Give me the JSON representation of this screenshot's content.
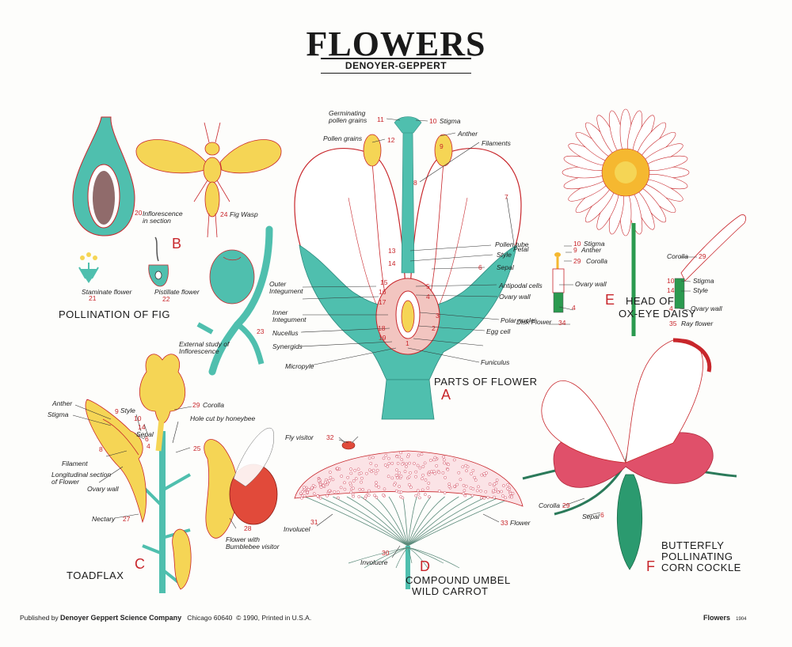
{
  "header": {
    "title": "FLOWERS",
    "publisher": "DENOYER-GEPPERT"
  },
  "footer": {
    "published_by_prefix": "Published by",
    "publisher_name": "Denoyer Geppert Science Company",
    "city": "Chicago 60640",
    "copyright": "© 1990, Printed in U.S.A.",
    "chart_name": "Flowers",
    "chart_number": "1904"
  },
  "sections": {
    "fig": {
      "title": "POLLINATION OF FIG",
      "letter": "B",
      "labels": {
        "inflorescence": "Inflorescence\nin section",
        "inflorescence_num": "20",
        "fig_wasp": "Fig Wasp",
        "fig_wasp_num": "24",
        "staminate": "Staminate flower",
        "staminate_num": "21",
        "pistillate": "Pistillate flower",
        "pistillate_num": "22",
        "external": "External study of\nInflorescence",
        "external_num": "23"
      }
    },
    "parts": {
      "title": "PARTS OF FLOWER",
      "letter": "A",
      "labels": {
        "germinating": "Germinating\npollen grains",
        "germinating_num": "11",
        "stigma": "Stigma",
        "stigma_num": "10",
        "pollen": "Pollen grains",
        "pollen_num": "12",
        "anther": "Anther",
        "anther_num": "9",
        "filaments": "Filaments",
        "filaments_num": "8",
        "petal": "Petal",
        "petal_num": "7",
        "pollen_tube": "Pollen tube",
        "pollen_tube_num": "13",
        "style": "Style",
        "style_num": "14",
        "sepal": "Sepal",
        "sepal_num": "6",
        "antipodal": "Antipodal cells",
        "antipodal_num": "5",
        "ovary_wall": "Ovary wall",
        "ovary_wall_num": "4",
        "outer": "Outer\nIntegument",
        "outer_num": "15",
        "inner": "Inner\nIntegument",
        "inner_num": "16",
        "nucellus": "Nucellus",
        "nucellus_num": "17",
        "synergids": "Synergids",
        "synergids_num": "18",
        "micropyle": "Micropyle",
        "micropyle_num": "19",
        "polar": "Polar nuclei",
        "polar_num": "3",
        "egg": "Egg cell",
        "egg_num": "2",
        "funiculus": "Funiculus",
        "funiculus_num": "1"
      }
    },
    "daisy": {
      "title": "HEAD OF\nOX-EYE DAISY",
      "letter": "E",
      "labels": {
        "stigma": "Stigma",
        "stigma_num": "10",
        "anther": "Anther",
        "anther_num": "9",
        "corolla": "Corolla",
        "corolla_num": "29",
        "ovary_wall": "Ovary wall",
        "ovary_wall_num": "4",
        "disk_flower": "Disk Flower",
        "disk_flower_num": "34",
        "corolla2": "Corolla",
        "corolla2_num": "29",
        "stigma2": "Stigma",
        "stigma2_num": "10",
        "style2": "Style",
        "style2_num": "14",
        "ovary_wall2": "Ovary wall",
        "ovary_wall2_num": "4",
        "ray_flower": "Ray flower",
        "ray_flower_num": "35"
      }
    },
    "toadflax": {
      "title": "TOADFLAX",
      "letter": "C",
      "labels": {
        "anther": "Anther",
        "anther_num": "9",
        "stigma": "Stigma",
        "stigma_num": "10",
        "style": "Style",
        "style_num": "14",
        "sepal": "Sepal",
        "sepal_num": "6",
        "filament": "Filament",
        "filament_num": "8",
        "longitudinal": "Longitudinal section\nof Flower",
        "ovary_wall": "Ovary wall",
        "ovary_wall_num": "4",
        "corolla": "Corolla",
        "corolla_num": "29",
        "hole": "Hole cut by honeybee",
        "hole_num": "25",
        "nectary": "Nectary",
        "nectary_num": "27",
        "bumblebee": "Flower with\nBumblebee visitor",
        "bumblebee_num": "28"
      }
    },
    "carrot": {
      "title": "COMPOUND UMBEL\nWILD CARROT",
      "letter": "D",
      "labels": {
        "fly": "Fly visitor",
        "fly_num": "32",
        "involucel": "Involucel",
        "involucel_num": "31",
        "involucre": "Involucre",
        "involucre_num": "30",
        "flower": "Flower",
        "flower_num": "33"
      }
    },
    "cockle": {
      "title": "BUTTERFLY\nPOLLINATING\nCORN COCKLE",
      "letter": "F",
      "labels": {
        "corolla": "Corolla",
        "corolla_num": "29",
        "sepal": "Sepal",
        "sepal_num": "6"
      }
    }
  },
  "colors": {
    "teal": "#4fbfae",
    "yellow": "#f5d555",
    "red": "#c8262b",
    "pink": "#e0506a",
    "ink": "#1a1a1a"
  }
}
